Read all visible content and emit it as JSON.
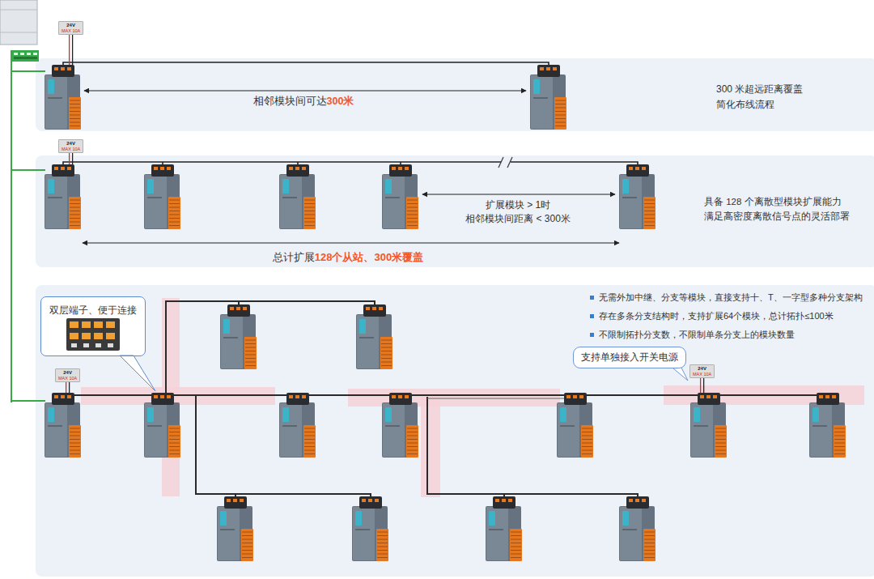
{
  "diagram": {
    "nodes": [
      {
        "text": [
          "24V",
          "MAX 10A"
        ]
      },
      {
        "text": [
          "300 米超远距离覆盖 简化布线流程"
        ]
      },
      {
        "text": [
          "24V",
          "MAX 10A"
        ]
      },
      {
        "text": [
          "具备 128 个离散型模块扩展能力 满足高密度离散信号点的灵活部署"
        ]
      },
      {
        "text": [
          "无需外加中继、分支等模块，直接支持十、T、一字型多种分支架构",
          "存在多条分支结构时，支持扩展64个模块，总计拓扑≤100米",
          "不限制拓扑分支数，不限制单条分支上的模块数量"
        ]
      },
      {
        "text": [
          "双层端子、便于连接"
        ],
        "in": 4
      },
      {
        "text": [
          "24V",
          "MAX 10A"
        ],
        "in": 4
      },
      {
        "text": [
          "支持单独接入开关电源"
        ],
        "in": 4
      },
      {
        "text": [
          "24V",
          "MAX 10A"
        ],
        "in": 4
      }
    ],
    "labels": [
      "相邻模块间可达",
      "300米",
      "扩展模块 > 1时 相邻模块间距离 < 300米",
      "总计扩展",
      "128个从站、300米覆盖"
    ]
  }
}
